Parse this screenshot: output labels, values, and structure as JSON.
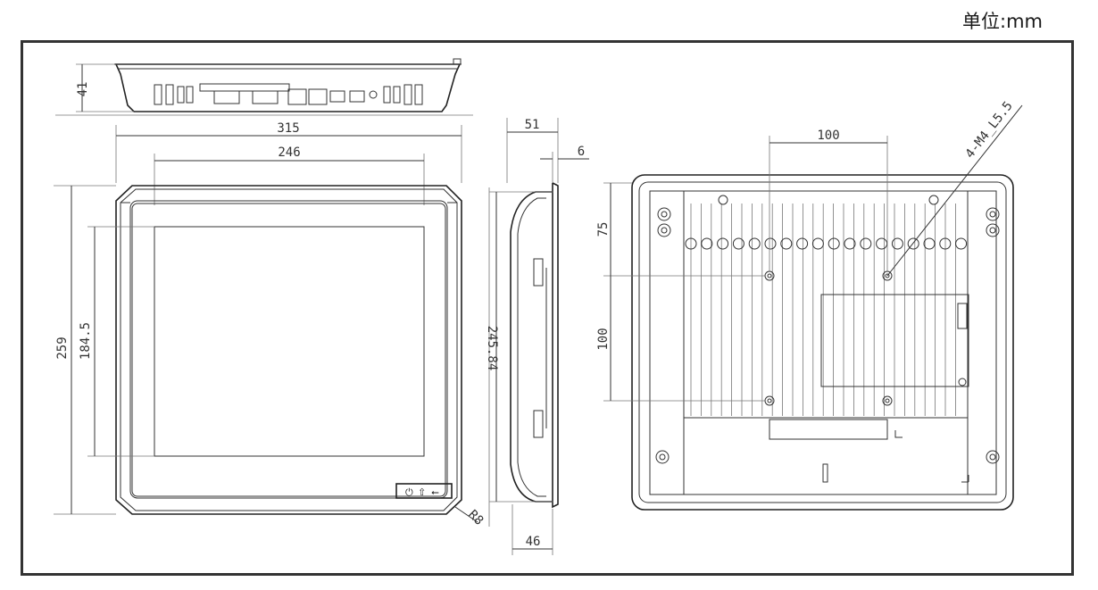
{
  "header": {
    "unit": "单位:mm"
  },
  "dimensions": {
    "top_depth": "41",
    "width_total": "315",
    "width_active": "246",
    "height_total": "259",
    "height_active": "184.5",
    "side_depth": "51",
    "bezel": "6",
    "side_height": "245.84",
    "side_bottom": "46",
    "corner_radius": "R8",
    "mount_h": "100",
    "mount_v_top": "75",
    "mount_v": "100",
    "screw_spec": "4-M4_L5.5"
  },
  "colors": {
    "line": "#333333",
    "frame": "#333333"
  }
}
